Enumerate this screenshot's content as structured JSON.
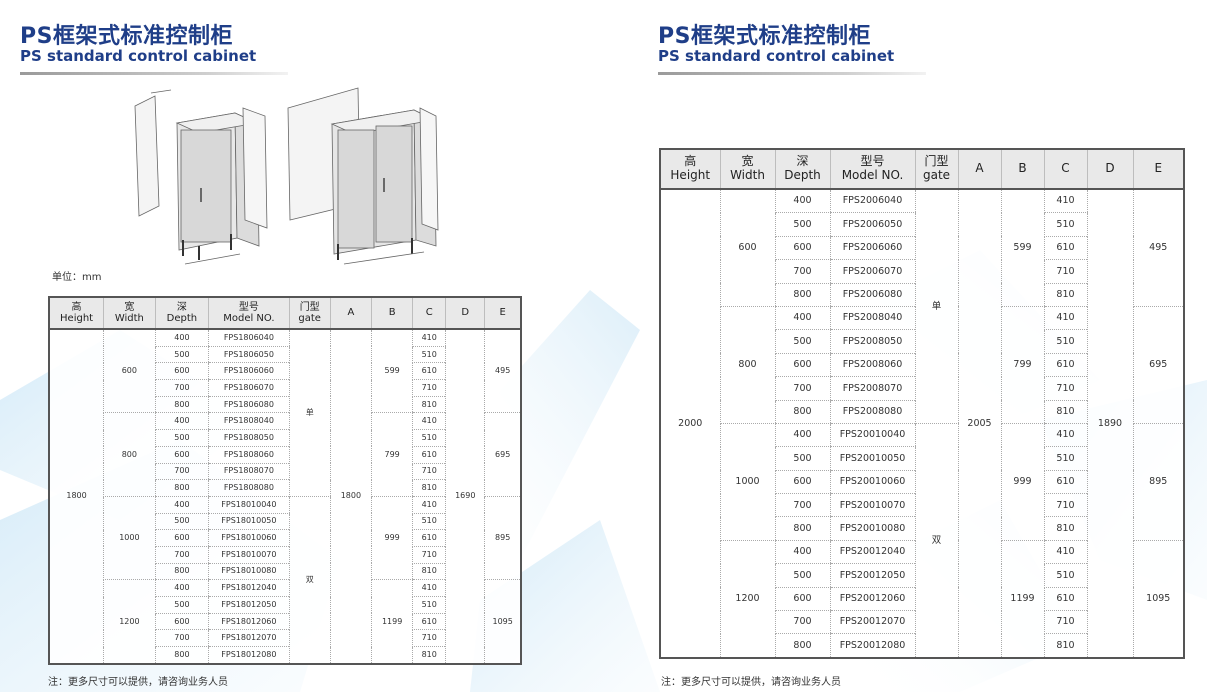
{
  "header": {
    "title_cn": "PS框架式标准控制柜",
    "title_en": "PS standard control cabinet"
  },
  "unit_label": "单位：mm",
  "note": "注：更多尺寸可以提供，请咨询业务人员",
  "columns": [
    {
      "cn": "高",
      "en": "Height"
    },
    {
      "cn": "宽",
      "en": "Width"
    },
    {
      "cn": "深",
      "en": "Depth"
    },
    {
      "cn": "型号",
      "en": "Model NO."
    },
    {
      "cn": "门型",
      "en": "gate"
    },
    {
      "cn": "",
      "en": "A"
    },
    {
      "cn": "",
      "en": "B"
    },
    {
      "cn": "",
      "en": "C"
    },
    {
      "cn": "",
      "en": "D"
    },
    {
      "cn": "",
      "en": "E"
    }
  ],
  "depths": [
    "400",
    "500",
    "600",
    "700",
    "800"
  ],
  "c_values": [
    "410",
    "510",
    "610",
    "710",
    "810"
  ],
  "left_table": {
    "height": "1800",
    "A": "1800",
    "D": "1690",
    "gates": [
      "单",
      "双"
    ],
    "groups": [
      {
        "width": "600",
        "B": "599",
        "E": "495",
        "models": [
          "FPS1806040",
          "FPS1806050",
          "FPS1806060",
          "FPS1806070",
          "FPS1806080"
        ]
      },
      {
        "width": "800",
        "B": "799",
        "E": "695",
        "models": [
          "FPS1808040",
          "FPS1808050",
          "FPS1808060",
          "FPS1808070",
          "FPS1808080"
        ]
      },
      {
        "width": "1000",
        "B": "999",
        "E": "895",
        "models": [
          "FPS18010040",
          "FPS18010050",
          "FPS18010060",
          "FPS18010070",
          "FPS18010080"
        ]
      },
      {
        "width": "1200",
        "B": "1199",
        "E": "1095",
        "models": [
          "FPS18012040",
          "FPS18012050",
          "FPS18012060",
          "FPS18012070",
          "FPS18012080"
        ]
      }
    ]
  },
  "right_table": {
    "height": "2000",
    "A": "2005",
    "D": "1890",
    "gates": [
      "单",
      "双"
    ],
    "groups": [
      {
        "width": "600",
        "B": "599",
        "E": "495",
        "models": [
          "FPS2006040",
          "FPS2006050",
          "FPS2006060",
          "FPS2006070",
          "FPS2006080"
        ]
      },
      {
        "width": "800",
        "B": "799",
        "E": "695",
        "models": [
          "FPS2008040",
          "FPS2008050",
          "FPS2008060",
          "FPS2008070",
          "FPS2008080"
        ]
      },
      {
        "width": "1000",
        "B": "999",
        "E": "895",
        "models": [
          "FPS20010040",
          "FPS20010050",
          "FPS20010060",
          "FPS20010070",
          "FPS20010080"
        ]
      },
      {
        "width": "1200",
        "B": "1199",
        "E": "1095",
        "models": [
          "FPS20012040",
          "FPS20012050",
          "FPS20012060",
          "FPS20012070",
          "FPS20012080"
        ]
      }
    ]
  }
}
